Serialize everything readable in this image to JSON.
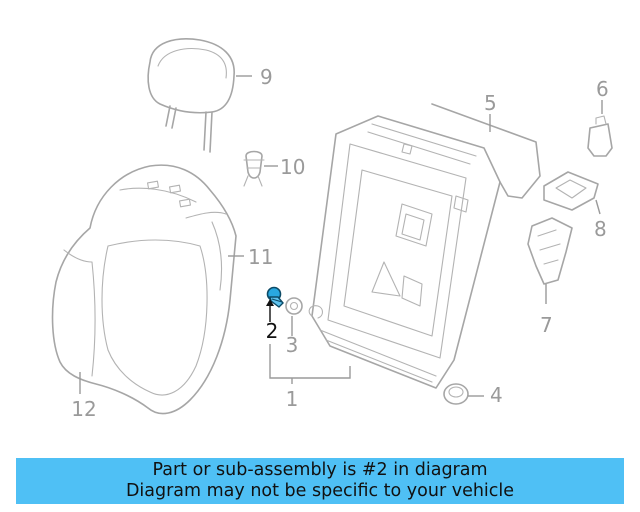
{
  "diagram": {
    "callouts": {
      "c1": "1",
      "c2": "2",
      "c3": "3",
      "c4": "4",
      "c5": "5",
      "c6": "6",
      "c7": "7",
      "c8": "8",
      "c9": "9",
      "c10": "10",
      "c11": "11",
      "c12": "12"
    },
    "highlighted_part": "2",
    "highlight_color": "#29a8e0",
    "line_color": "#a6a6a6"
  },
  "banner": {
    "line1": "Part or sub-assembly is #2 in diagram",
    "line2": "Diagram may not be specific to your vehicle",
    "background": "#4fc0f5"
  }
}
